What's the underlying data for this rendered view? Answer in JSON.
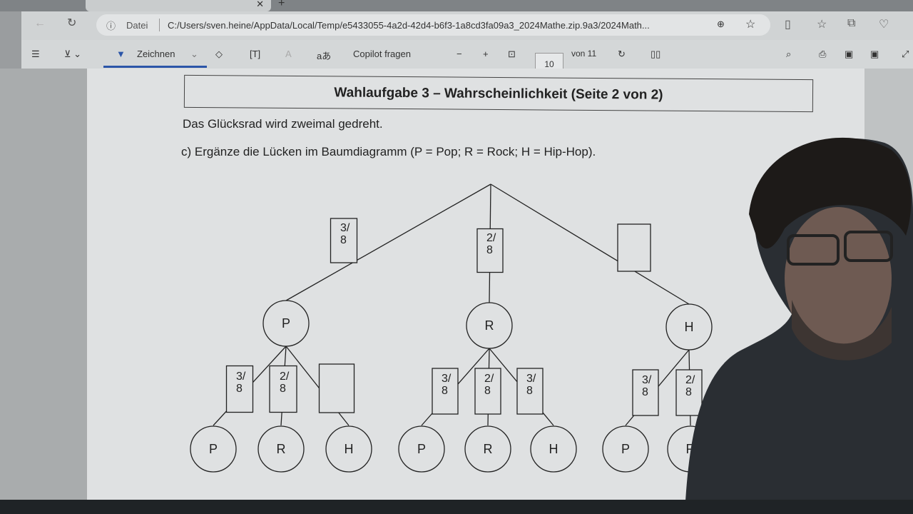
{
  "browser": {
    "address_prefix": "Datei",
    "url": "C:/Users/sven.heine/AppData/Local/Temp/e5433055-4a2d-42d4-b6f3-1a8cd3fa09a3_2024Mathe.zip.9a3/2024Math..."
  },
  "pdf_toolbar": {
    "draw_label": "Zeichnen",
    "copilot_label": "Copilot fragen",
    "zoom_out": "−",
    "zoom_in": "+",
    "page_current": "10",
    "page_total": "von 11",
    "translate_glyph": "aあ"
  },
  "document": {
    "title": "Wahlaufgabe 3 – Wahrscheinlichkeit (Seite 2 von 2)",
    "line1": "Das Glücksrad wird zweimal gedreht.",
    "line2": "c) Ergänze die Lücken im Baumdiagramm (P = Pop; R = Rock; H = Hip-Hop).",
    "tree": {
      "level1": [
        {
          "node": "P",
          "prob": "3/8"
        },
        {
          "node": "R",
          "prob": "2/8"
        },
        {
          "node": "H",
          "prob": ""
        }
      ],
      "level2": [
        [
          {
            "node": "P",
            "prob": "3/8"
          },
          {
            "node": "R",
            "prob": "2/8"
          },
          {
            "node": "H",
            "prob": ""
          }
        ],
        [
          {
            "node": "P",
            "prob": "3/8"
          },
          {
            "node": "R",
            "prob": "2/8"
          },
          {
            "node": "H",
            "prob": "3/8"
          }
        ],
        [
          {
            "node": "P",
            "prob": "3/8"
          },
          {
            "node": "R",
            "prob": "2/8"
          }
        ]
      ]
    }
  }
}
